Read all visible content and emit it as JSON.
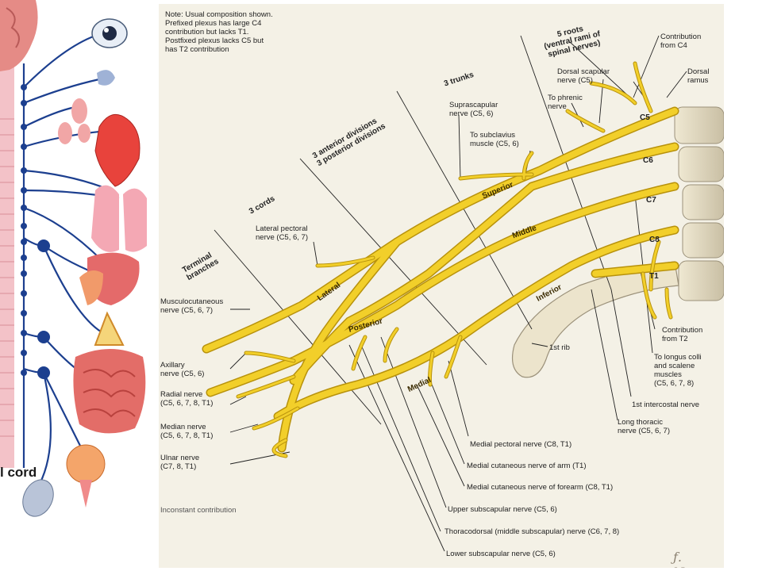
{
  "left_panel": {
    "cord_label": "l cord",
    "vertical_text": ""
  },
  "plate": {
    "note": "Note: Usual composition shown.\nPrefixed plexus has large C4\ncontribution but lacks T1.\nPostfixed plexus lacks C5 but\nhas T2 contribution",
    "section_labels": {
      "roots": "5 roots\n(ventral rami of\nspinal nerves)",
      "trunks": "3 trunks",
      "divisions": "3 anterior divisions\n3 posterior divisions",
      "cords": "3 cords",
      "terminal": "Terminal\nbranches"
    },
    "trunk_labels": {
      "superior": "Superior",
      "middle": "Middle",
      "inferior": "Inferior"
    },
    "cord_labels": {
      "lateral": "Lateral",
      "posterior": "Posterior",
      "medial": "Medial"
    },
    "root_labels": [
      "C5",
      "C6",
      "C7",
      "C8",
      "T1"
    ],
    "top_labels": {
      "contribution_c4": "Contribution\nfrom C4",
      "dorsal_ramus": "Dorsal\nramus",
      "dorsal_scapular": "Dorsal scapular\nnerve (C5)",
      "phrenic": "To phrenic\nnerve",
      "suprascapular": "Suprascapular\nnerve (C5, 6)",
      "subclavius": "To subclavius\nmuscle (C5, 6)",
      "lateral_pectoral": "Lateral pectoral\nnerve (C5, 6, 7)"
    },
    "left_labels": {
      "musculocutaneous": "Musculocutaneous\nnerve (C5, 6, 7)",
      "axillary": "Axillary\nnerve (C5, 6)",
      "radial": "Radial nerve\n(C5, 6, 7, 8, T1)",
      "median": "Median nerve\n(C5, 6, 7, 8, T1)",
      "ulnar": "Ulnar nerve\n(C7, 8, T1)",
      "inconstant": "Inconstant contribution"
    },
    "right_labels": {
      "first_rib": "1st rib",
      "contribution_t2": "Contribution\nfrom T2",
      "longus_colli": "To longus colli\nand scalene\nmuscles\n(C5, 6, 7, 8)",
      "first_intercostal": "1st intercostal nerve",
      "long_thoracic": "Long thoracic\nnerve (C5, 6, 7)"
    },
    "bottom_labels": {
      "medial_pectoral": "Medial pectoral nerve (C8, T1)",
      "med_cut_arm": "Medial cutaneous nerve of arm (T1)",
      "med_cut_forearm": "Medial cutaneous nerve of forearm (C8, T1)",
      "upper_subscapular": "Upper subscapular nerve (C5, 6)",
      "thoracodorsal": "Thoracodorsal (middle subscapular) nerve (C6, 7, 8)",
      "lower_subscapular": "Lower subscapular nerve (C5, 6)"
    }
  },
  "colors": {
    "nerve": "#f2cf2a",
    "nerve_edge": "#b8920c",
    "plate_bg": "#f4f1e6",
    "cord_blue": "#1c3f8f",
    "spine_pink": "#f0b9c0"
  }
}
